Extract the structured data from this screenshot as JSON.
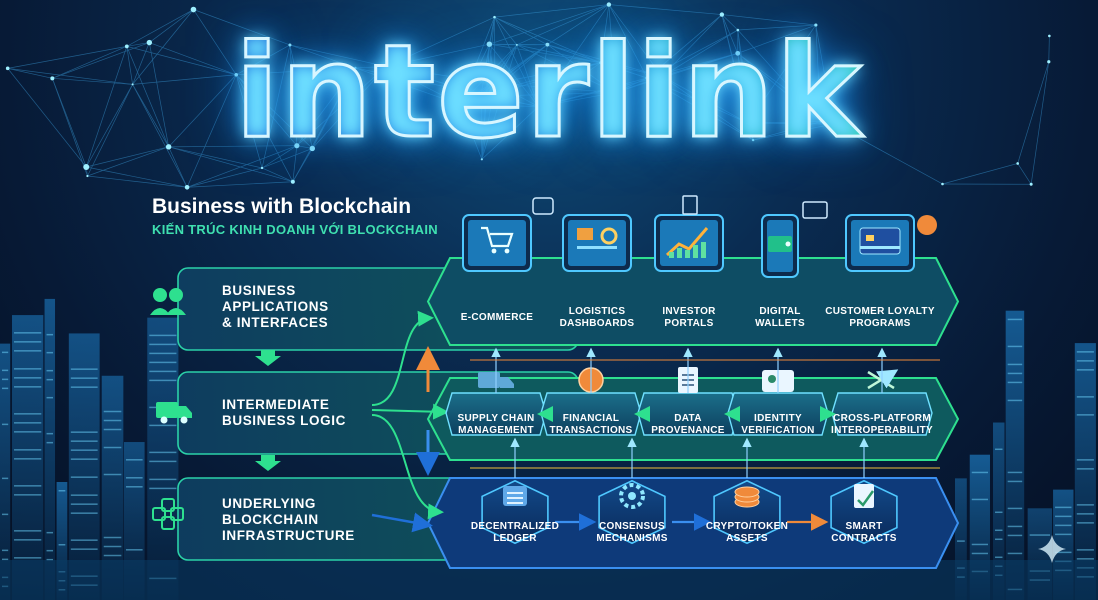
{
  "brand": {
    "logo_text": "interlink"
  },
  "header": {
    "title": "Business with Blockchain",
    "subtitle": "KIẾN TRÚC KINH DOANH VỚI BLOCKCHAIN"
  },
  "layers": [
    {
      "label": "BUSINESS\nAPPLICATIONS\n& INTERFACES",
      "icon": "people-icon"
    },
    {
      "label": "INTERMEDIATE\nBUSINESS LOGIC",
      "icon": "delivery-truck-icon"
    },
    {
      "label": "UNDERLYING\nBLOCKCHAIN\nINFRASTRUCTURE",
      "icon": "blocks-icon"
    }
  ],
  "applications": [
    {
      "label": "E-COMMERCE",
      "icon": "shopping-cart-icon"
    },
    {
      "label": "LOGISTICS\nDASHBOARDS",
      "icon": "dashboard-icon"
    },
    {
      "label": "INVESTOR\nPORTALS",
      "icon": "growth-chart-icon"
    },
    {
      "label": "DIGITAL\nWALLETS",
      "icon": "wallet-icon"
    },
    {
      "label": "CUSTOMER LOYALTY\nPROGRAMS",
      "icon": "credit-card-icon"
    }
  ],
  "logic": [
    {
      "label": "SUPPLY CHAIN\nMANAGEMENT",
      "icon": "truck-icon"
    },
    {
      "label": "FINANCIAL\nTRANSACTIONS",
      "icon": "dollar-coin-icon"
    },
    {
      "label": "DATA\nPROVENANCE",
      "icon": "document-icon"
    },
    {
      "label": "IDENTITY\nVERIFICATION",
      "icon": "id-card-icon"
    },
    {
      "label": "CROSS-PLATFORM\nINTEROPERABILITY",
      "icon": "shuffle-icon"
    }
  ],
  "infrastructure": [
    {
      "label": "DECENTRALIZED\nLEDGER",
      "icon": "ledger-icon"
    },
    {
      "label": "CONSENSUS\nMECHANISMS",
      "icon": "gear-icon"
    },
    {
      "label": "CRYPTO/TOKEN\nASSETS",
      "icon": "coin-stack-icon"
    },
    {
      "label": "SMART\nCONTRACTS",
      "icon": "contract-icon"
    }
  ],
  "colors": {
    "accent_green": "#2ee08f",
    "accent_blue": "#1f6fd8",
    "band_fill": "#0d4a5c",
    "arrow_orange": "#f08a3a",
    "glow_cyan": "#6fe0ff"
  }
}
